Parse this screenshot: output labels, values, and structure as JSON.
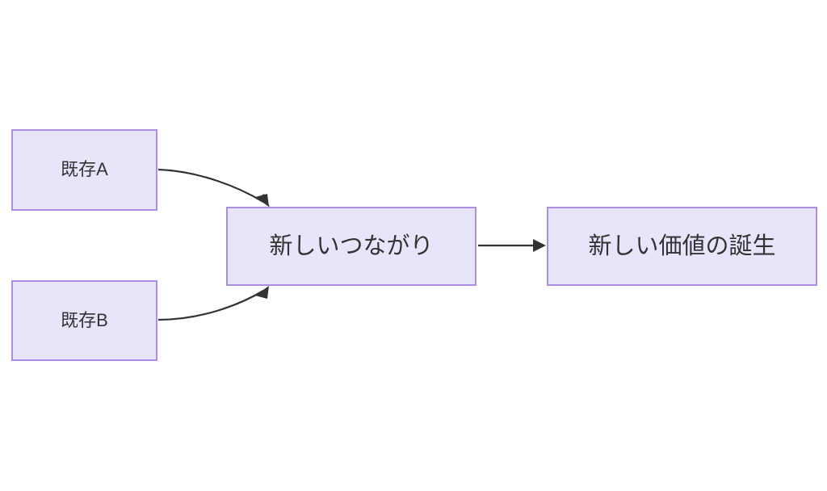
{
  "diagram": {
    "title_visible": false,
    "background_color": "#ffffff",
    "node_fill": "#e8e5fb",
    "node_border": "#ab8ee0",
    "text_color": "#333333",
    "edge_color": "#333333",
    "nodes": [
      {
        "id": "existing-a",
        "label": "既存A"
      },
      {
        "id": "existing-b",
        "label": "既存B"
      },
      {
        "id": "new-connection",
        "label": "新しいつながり"
      },
      {
        "id": "new-value",
        "label": "新しい価値の誕生"
      }
    ],
    "edges": [
      {
        "id": "a-to-connection",
        "from": "既存A",
        "to": "新しいつながり",
        "style": "curved",
        "label": ""
      },
      {
        "id": "b-to-connection",
        "from": "既存B",
        "to": "新しいつながり",
        "style": "curved",
        "label": ""
      },
      {
        "id": "connection-to-value",
        "from": "新しいつながり",
        "to": "新しい価値の誕生",
        "style": "straight",
        "label": ""
      }
    ]
  }
}
